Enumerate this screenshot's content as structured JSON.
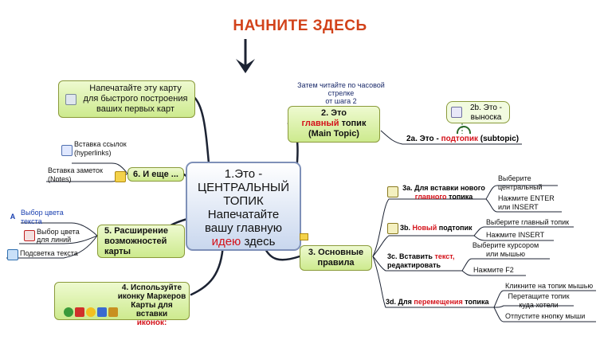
{
  "header": {
    "title": "НАЧНИТЕ ЗДЕСЬ"
  },
  "central": {
    "line1": "1.Это -",
    "line2": "ЦЕНТРАЛЬНЫЙ",
    "line3": "ТОПИК",
    "line4": "Напечатайте",
    "line5": "вашу главную",
    "line6_red": "идею",
    "line6_rest": " здесь"
  },
  "note_top": {
    "line1": "Затем читайте по часовой",
    "line2": "стрелке",
    "line3": "от шага 2"
  },
  "topic2": {
    "line1": "2. Это",
    "line2_red": "главный",
    "line2_rest": " топик",
    "line3": "(Main Topic)"
  },
  "topic2a": {
    "prefix": "2a. Это - ",
    "red": "подтопик",
    "suffix": " (subtopic)"
  },
  "callout2b": {
    "line1": "2b. Это -",
    "line2": "выноска"
  },
  "topic3": {
    "line1": "3. Основные",
    "line2": "правила"
  },
  "topic3a": {
    "line1": "3a. Для вставки нового",
    "line2_red": "главного",
    "line2_rest": " топика",
    "children": [
      "Выберите центральный",
      "Нажмите ENTER или INSERT"
    ]
  },
  "topic3b": {
    "red": "Новый",
    "prefix": "3b. ",
    "suffix": " подтопик",
    "children": [
      "Выберите главный топик",
      "Нажмите INSERT"
    ]
  },
  "topic3c": {
    "prefix": "3c. Вставить ",
    "red": "текст,",
    "line2": "редактировать",
    "children": [
      "Выберите курсором или мышью",
      "Нажмите F2"
    ]
  },
  "topic3d": {
    "prefix": "3d. Для ",
    "red": "перемещения",
    "suffix": " топика",
    "children": [
      "Кликните на топик мышью",
      "Перетащите топик куда хотели",
      "Отпустите кнопку мыши"
    ]
  },
  "topic4": {
    "line1": "4. Используйте",
    "line2": "иконку Маркеров",
    "line3": "Карты для вставки",
    "line4_red": "иконок:"
  },
  "topic5": {
    "line1": "5. Расширение",
    "line2": "возможностей",
    "line3": "карты",
    "children": [
      "Выбор цвета текста",
      "Выбор цвета для линий",
      "Подсветка текста"
    ]
  },
  "topic6": {
    "label": "6. И еще ...",
    "children": [
      "Вставка ссылок (hyperlinks)",
      "Вставка заметок (Notes)"
    ]
  },
  "topic_top": {
    "line1": "Напечатайте эту карту",
    "line2": "для быстрого построения",
    "line3": "ваших первых карт"
  },
  "colors": {
    "accent_red": "#d4121a",
    "header_orange": "#d2421a",
    "node_green": "#cdea8e",
    "line_dark": "#1c2333"
  }
}
